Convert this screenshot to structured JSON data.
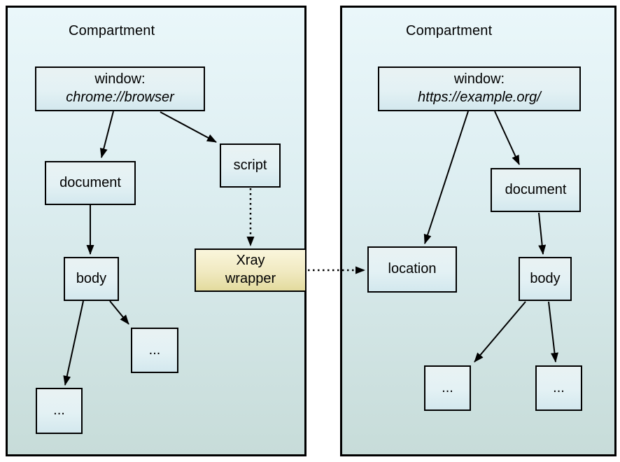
{
  "diagram": {
    "left_compartment": {
      "title": "Compartment",
      "nodes": {
        "window": {
          "line1": "window:",
          "line2": "chrome://browser"
        },
        "document": {
          "label": "document"
        },
        "script": {
          "label": "script"
        },
        "body": {
          "label": "body"
        },
        "xray_wrapper": {
          "line1": "Xray",
          "line2": "wrapper"
        },
        "child_mid": {
          "label": "..."
        },
        "child_bottom": {
          "label": "..."
        }
      }
    },
    "right_compartment": {
      "title": "Compartment",
      "nodes": {
        "window": {
          "line1": "window:",
          "line2": "https://example.org/"
        },
        "document": {
          "label": "document"
        },
        "location": {
          "label": "location"
        },
        "body": {
          "label": "body"
        },
        "child_left": {
          "label": "..."
        },
        "child_right": {
          "label": "..."
        }
      }
    },
    "edges": [
      {
        "from": "left.window",
        "to": "left.document",
        "style": "solid-arrow"
      },
      {
        "from": "left.window",
        "to": "left.script",
        "style": "solid-arrow"
      },
      {
        "from": "left.document",
        "to": "left.body",
        "style": "solid-arrow"
      },
      {
        "from": "left.body",
        "to": "left.child_mid",
        "style": "solid-arrow"
      },
      {
        "from": "left.body",
        "to": "left.child_bottom",
        "style": "solid-arrow"
      },
      {
        "from": "left.script",
        "to": "left.xray_wrapper",
        "style": "dotted-arrow"
      },
      {
        "from": "left.xray_wrapper",
        "to": "right.location",
        "style": "dotted-arrow"
      },
      {
        "from": "right.window",
        "to": "right.location",
        "style": "solid-arrow"
      },
      {
        "from": "right.window",
        "to": "right.document",
        "style": "solid-arrow"
      },
      {
        "from": "right.document",
        "to": "right.body",
        "style": "solid-arrow"
      },
      {
        "from": "right.body",
        "to": "right.child_left",
        "style": "solid-arrow"
      },
      {
        "from": "right.body",
        "to": "right.child_right",
        "style": "solid-arrow"
      }
    ],
    "colors": {
      "compartment_fill_top": "#eaf7fa",
      "compartment_fill_bottom": "#c7dcd9",
      "node_fill_top": "#e9f2f3",
      "node_fill_bottom": "#d3e8ee",
      "xray_fill_top": "#faf6dc",
      "xray_fill_bottom": "#e3db9e",
      "border": "#000000",
      "arrow": "#000000"
    }
  }
}
